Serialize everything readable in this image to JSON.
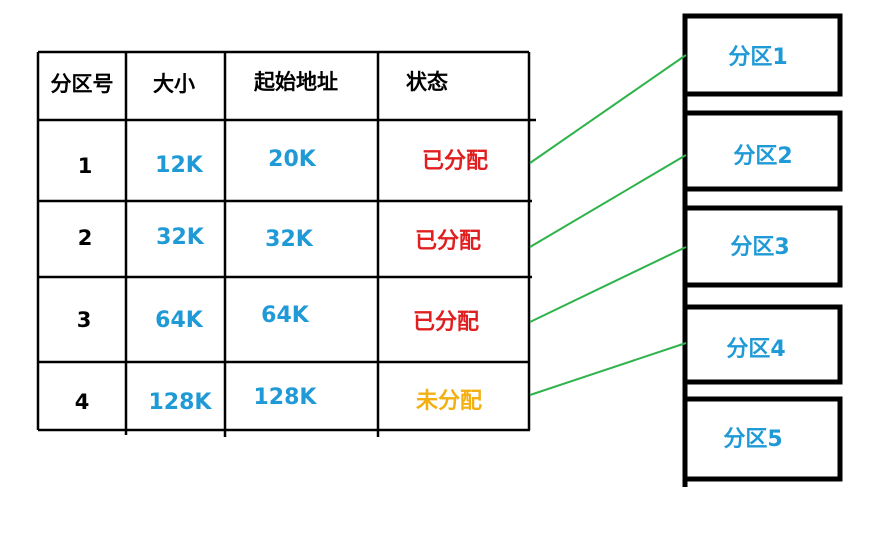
{
  "table": {
    "headers": [
      "分区号",
      "大小",
      "起始地址",
      "状态"
    ],
    "rows": [
      {
        "id": "1",
        "size": "12K",
        "start": "20K",
        "status": "已分配",
        "status_color": "#e02020"
      },
      {
        "id": "2",
        "size": "32K",
        "start": "32K",
        "status": "已分配",
        "status_color": "#e02020"
      },
      {
        "id": "3",
        "size": "64K",
        "start": "64K",
        "status": "已分配",
        "status_color": "#e02020"
      },
      {
        "id": "4",
        "size": "128K",
        "start": "128K",
        "status": "未分配",
        "status_color": "#f2b012"
      }
    ]
  },
  "memory": {
    "partitions": [
      "分区1",
      "分区2",
      "分区3",
      "分区4",
      "分区5"
    ]
  },
  "colors": {
    "link_line": "#2db34a",
    "value_text": "#1f9ad6",
    "border": "#000000"
  }
}
